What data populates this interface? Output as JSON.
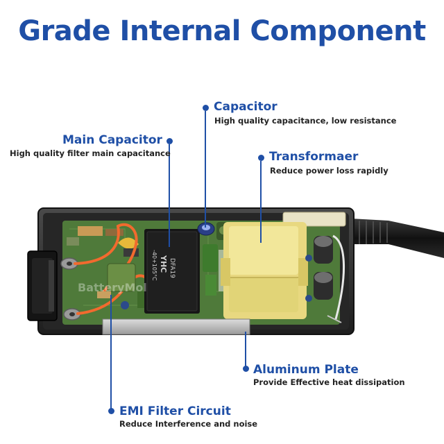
{
  "title": "Grade Internal Component",
  "callouts": {
    "capacitor": {
      "label": "Capacitor",
      "description": "High quality capacitance, low resistance"
    },
    "main_capacitor": {
      "label": "Main Capacitor",
      "description": "High quality filter main capacitance"
    },
    "transformer": {
      "label": "Transformaer",
      "description": "Reduce power loss rapidly"
    },
    "aluminum_plate": {
      "label": "Aluminum Plate",
      "description": "Provide Effective heat dissipation"
    },
    "emi_filter": {
      "label": "EMI Filter Circuit",
      "description": "Reduce Interference and noise"
    }
  },
  "board_markings": {
    "main_cap_text_1": "YHC",
    "main_cap_text_2": "DFA19",
    "main_cap_text_3": "-40+105°C",
    "watermark": "BatteryMol"
  },
  "colors": {
    "accent": "#1f4fa6",
    "case": "#2d2d2d",
    "pcb": "#4f7a3a",
    "transformer": "#f2e79a",
    "wire": "#f26a2e"
  }
}
